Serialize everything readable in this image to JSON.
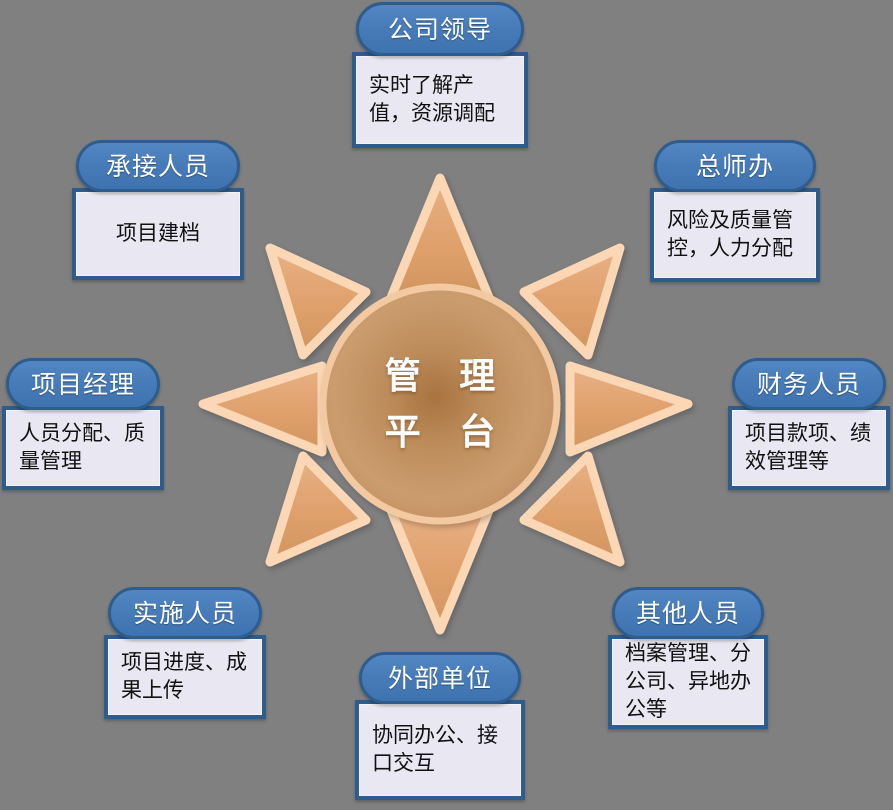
{
  "diagram": {
    "title": "管理平台",
    "center": {
      "label_line1": "管 理",
      "label_line2": "平 台",
      "fill_color": "#c69868",
      "rim_color": "#f2c9a0"
    },
    "background_color": "#808080",
    "ray_fill_color": "#e0a673",
    "ray_border_color": "#fbd7b5",
    "pill_fill_color": "#477cb9",
    "pill_border_color": "#2d5c8d",
    "box_fill_color": "#e9e7f1",
    "box_border_color": "#2d5c8d"
  },
  "nodes": [
    {
      "id": "company-leader",
      "title": "公司领导",
      "description": "实时了解产值，资源调配"
    },
    {
      "id": "undertaker",
      "title": "承接人员",
      "description": "项目建档"
    },
    {
      "id": "chief-office",
      "title": "总师办",
      "description": "风险及质量管控，人力分配"
    },
    {
      "id": "project-manager",
      "title": "项目经理",
      "description": "人员分配、质量管理"
    },
    {
      "id": "finance",
      "title": "财务人员",
      "description": "项目款项、绩效管理等"
    },
    {
      "id": "implementer",
      "title": "实施人员",
      "description": "项目进度、成果上传"
    },
    {
      "id": "other",
      "title": "其他人员",
      "description": "档案管理、分公司、异地办公等"
    },
    {
      "id": "external",
      "title": "外部单位",
      "description": "协同办公、接口交互"
    }
  ]
}
